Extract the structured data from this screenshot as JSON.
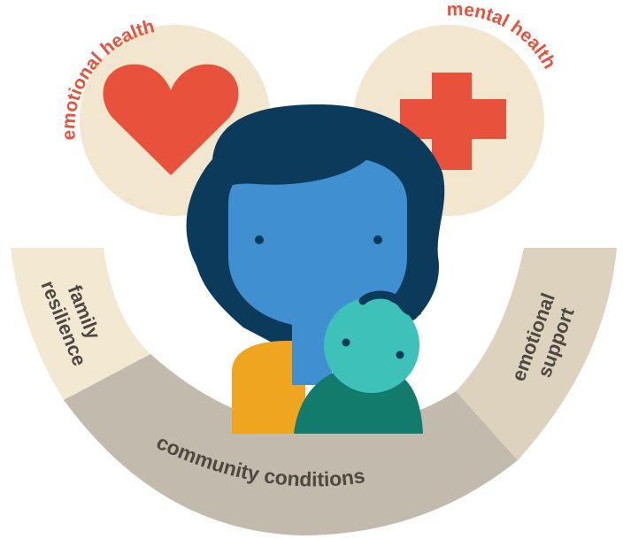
{
  "circles": {
    "emotional_health": {
      "label": "emotional health",
      "icon": "heart-icon"
    },
    "mental_health": {
      "label": "mental health",
      "icon": "medical-cross-icon"
    }
  },
  "segments": {
    "family_resilience": {
      "line1": "family",
      "line2": "resilience"
    },
    "community_conditions": {
      "label": "community conditions"
    },
    "emotional_support": {
      "line1": "emotional",
      "line2": "support"
    }
  },
  "colors": {
    "accent_red": "#e8513b",
    "circle_bg": "#f2e6cf",
    "segment_light": "#f3e9d2",
    "segment_mid": "#c2bbad",
    "segment_right": "#dcd2bd",
    "label_dark": "#4d4841",
    "hair": "#0c3a5b",
    "skin_blue": "#3f8fd1",
    "shirt_yellow": "#efa51f",
    "baby_teal": "#3dc1b9",
    "baby_body": "#137b6c"
  }
}
